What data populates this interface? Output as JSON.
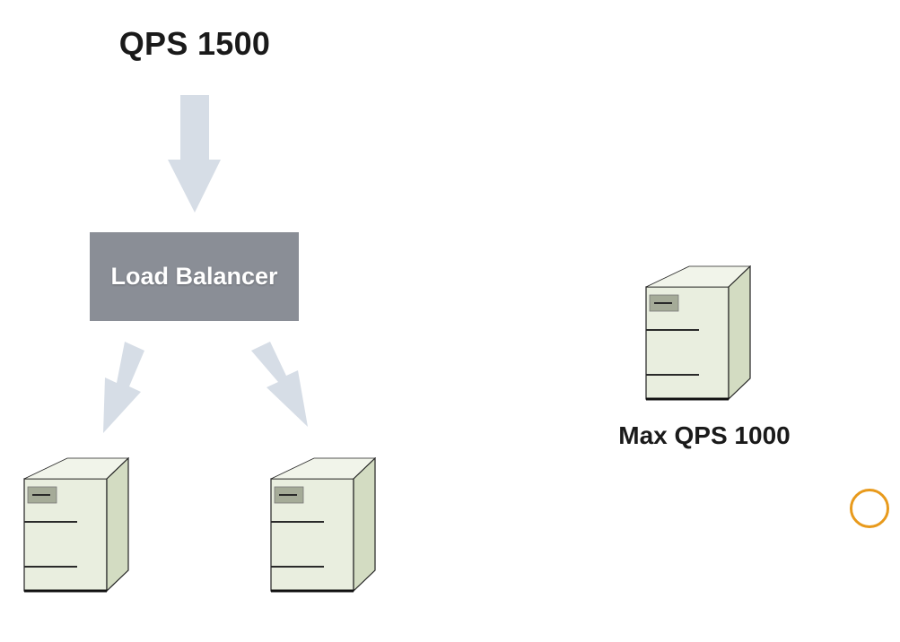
{
  "title": "QPS 1500",
  "load_balancer": {
    "label": "Load Balancer"
  },
  "standalone_server": {
    "label": "Max QPS 1000"
  },
  "colors": {
    "arrow": "#d6dde6",
    "load_balancer_fill": "#8a8e96",
    "server_front": "#e9eedf",
    "server_side": "#d3dcc2",
    "server_top": "#f1f4ea",
    "cursor_ring": "#e89a1c"
  },
  "icons": [
    "down-arrow-icon",
    "server-icon",
    "cursor-ring-icon"
  ]
}
